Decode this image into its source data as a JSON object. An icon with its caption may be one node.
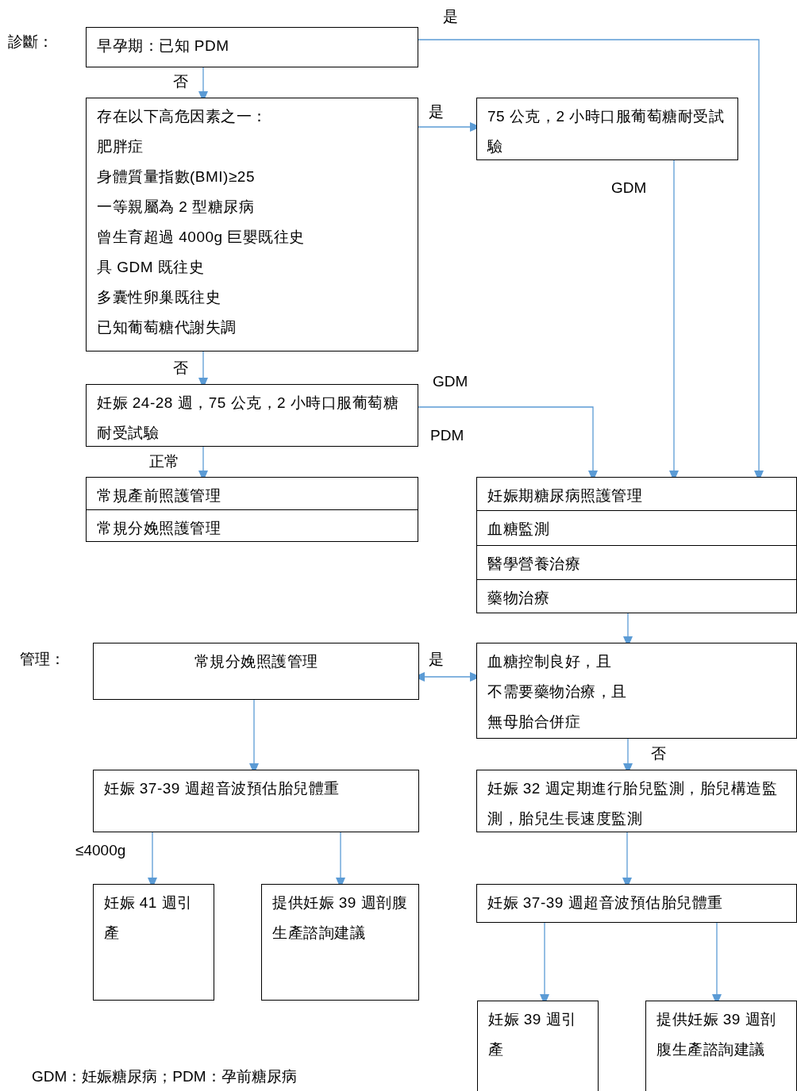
{
  "diagram": {
    "nodes": [
      {
        "text": [
          "早孕期：已知 PDM"
        ]
      },
      {
        "text": [
          "存在以下高危因素之一：",
          "肥胖症",
          "身體質量指數(BMI)≥25",
          "一等親屬為 2 型糖尿病",
          "曾生育超過 4000g 巨嬰既往史",
          "具 GDM 既往史",
          "多囊性卵巢既往史",
          "已知葡萄糖代謝失調"
        ]
      },
      {
        "text": [
          "75 公克，2 小時口服葡萄糖耐受試驗"
        ]
      },
      {
        "text": [
          "妊娠 24-28 週，75 公克，2 小時口服葡萄糖耐受試驗"
        ]
      },
      {
        "text": [
          "常規產前照護管理"
        ]
      },
      {
        "text": [
          "常規分娩照護管理"
        ]
      },
      {
        "text": [
          "妊娠期糖尿病照護管理"
        ]
      },
      {
        "text": [
          "血糖監測"
        ]
      },
      {
        "text": [
          "醫學營養治療"
        ]
      },
      {
        "text": [
          "藥物治療"
        ]
      },
      {
        "text": [
          "常規分娩照護管理"
        ]
      },
      {
        "text": [
          "血糖控制良好，且",
          "不需要藥物治療，且",
          "無母胎合併症"
        ]
      },
      {
        "text": [
          "妊娠 37-39 週超音波預估胎兒體重"
        ]
      },
      {
        "text": [
          "妊娠 32 週定期進行胎兒監測，胎兒構造監測，胎兒生長速度監測"
        ]
      },
      {
        "text": [
          "妊娠 41 週引產"
        ]
      },
      {
        "text": [
          "提供妊娠 39 週剖腹生產諮詢建議"
        ]
      },
      {
        "text": [
          "妊娠 37-39 週超音波預估胎兒體重"
        ]
      },
      {
        "text": [
          "妊娠 39 週引產"
        ]
      },
      {
        "text": [
          "提供妊娠 39 週剖腹生產諮詢建議"
        ]
      }
    ],
    "edges": [
      {
        "from": 0,
        "to": 1,
        "arrow": "to",
        "label": "否"
      },
      {
        "from": 0,
        "to": 6,
        "arrow": "to",
        "label": "是"
      },
      {
        "from": 1,
        "to": 2,
        "arrow": "to",
        "label": "是"
      },
      {
        "from": 2,
        "to": 6,
        "arrow": "to",
        "label": "GDM"
      },
      {
        "from": 1,
        "to": 3,
        "arrow": "to",
        "label": "否"
      },
      {
        "from": 3,
        "to": 6,
        "arrow": "to",
        "label": "GDM"
      },
      {
        "from": 3,
        "to": 4,
        "arrow": "to",
        "label": "正常"
      },
      {
        "from": 9,
        "to": 11,
        "arrow": "to"
      },
      {
        "from": 10,
        "to": 11,
        "arrow": "both",
        "label": "是"
      },
      {
        "from": 11,
        "to": 13,
        "arrow": "to",
        "label": "否"
      },
      {
        "from": 10,
        "to": 12,
        "arrow": "to"
      },
      {
        "from": 12,
        "to": 14,
        "arrow": "to",
        "label": "≤4000g"
      },
      {
        "from": 12,
        "to": 15,
        "arrow": "to"
      },
      {
        "from": 13,
        "to": 16,
        "arrow": "to"
      },
      {
        "from": 16,
        "to": 17,
        "arrow": "to"
      },
      {
        "from": 16,
        "to": 18,
        "arrow": "to"
      }
    ],
    "labels": [
      "診斷：",
      "管理：",
      "PDM",
      "GDM：妊娠糖尿病；PDM：孕前糖尿病"
    ]
  }
}
